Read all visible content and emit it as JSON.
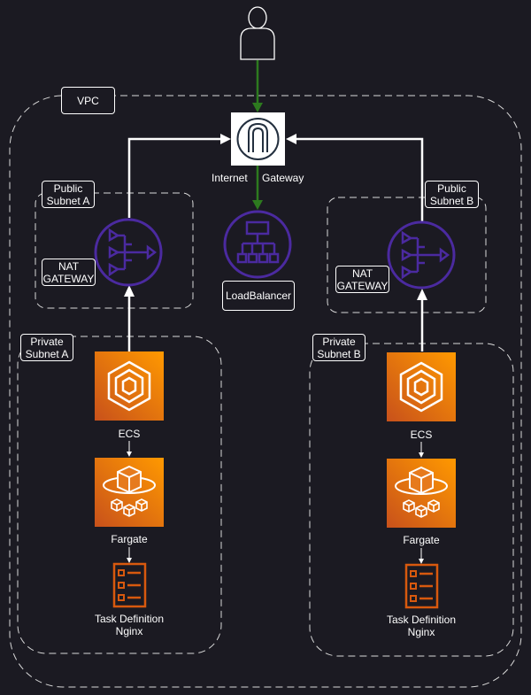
{
  "labels": {
    "vpc": "VPC",
    "public_subnet_a": [
      "Public",
      "Subnet A"
    ],
    "public_subnet_b": [
      "Public",
      "Subnet B"
    ],
    "private_subnet_a": [
      "Private",
      "Subnet A"
    ],
    "private_subnet_b": [
      "Private",
      "Subnet B"
    ],
    "nat_gateway": [
      "NAT",
      "GATEWAY"
    ],
    "internet_gateway_left": "Internet",
    "internet_gateway_right": "Gateway",
    "load_balancer": "LoadBalancer",
    "ecs": "ECS",
    "fargate": "Fargate",
    "task_definition": [
      "Task Definition",
      "Nginx"
    ]
  },
  "colors": {
    "background": "#1b1a22",
    "arrow_green": "#2d7a1f",
    "arrow_white": "#ffffff",
    "network_purple": "#4b2aa0",
    "compute_orange": "#d8590e",
    "dashed_border": "#d9d9d9"
  },
  "icons": {
    "user": "user-icon",
    "internet_gateway": "internet-gateway-icon",
    "load_balancer": "load-balancer-icon",
    "nat_gateway": "nat-gateway-icon",
    "ecs": "ecs-icon",
    "fargate": "fargate-icon",
    "task_definition": "task-definition-icon"
  }
}
